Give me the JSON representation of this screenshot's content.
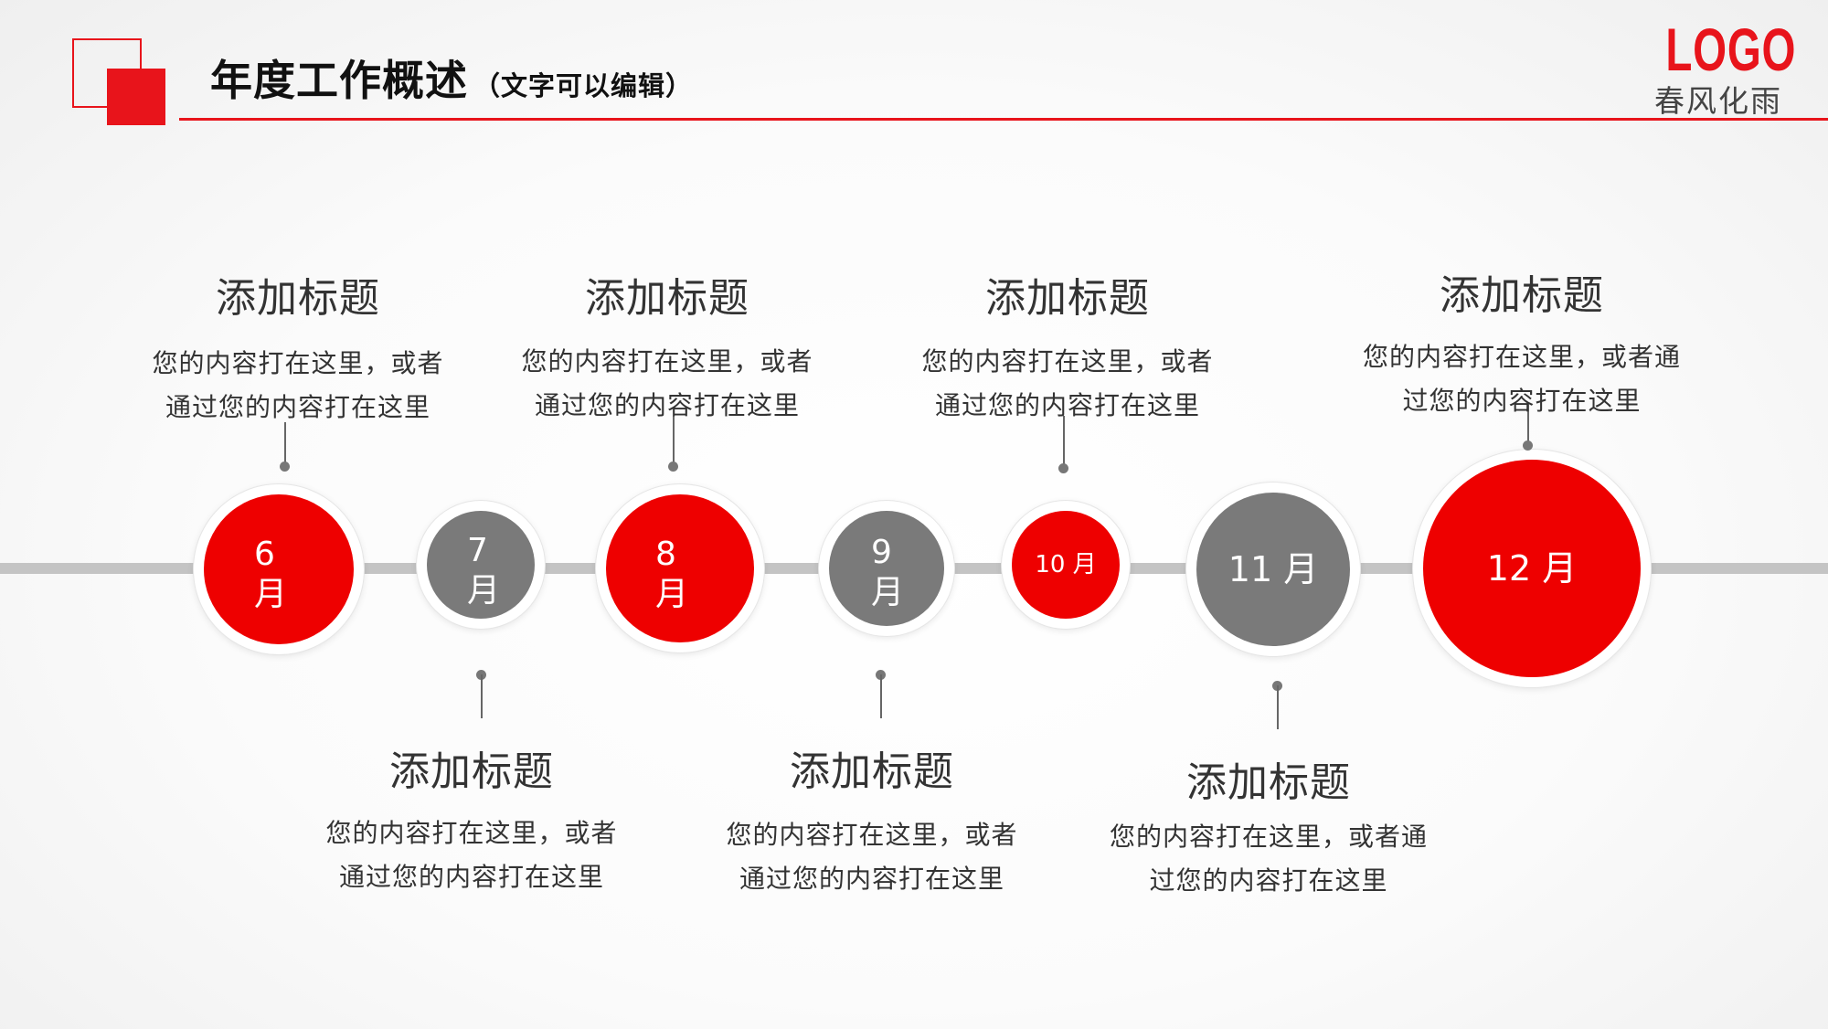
{
  "header": {
    "title": "年度工作概述",
    "subtitle": "（文字可以编辑）",
    "logo": "LOGO",
    "logo_sub": "春风化雨"
  },
  "colors": {
    "accent": "#e8141b",
    "gray": "#7a7a7a",
    "track": "#c4c4c4"
  },
  "months": [
    {
      "label": "6\n月",
      "color": "red"
    },
    {
      "label": "7\n月",
      "color": "gray"
    },
    {
      "label": "8\n月",
      "color": "red"
    },
    {
      "label": "9\n月",
      "color": "gray"
    },
    {
      "label": "10 月",
      "color": "red"
    },
    {
      "label": "11 月",
      "color": "gray"
    },
    {
      "label": "12 月",
      "color": "red"
    }
  ],
  "items": [
    {
      "title": "添加标题",
      "line1": "您的内容打在这里，或者",
      "line2": "通过您的内容打在这里"
    },
    {
      "title": "添加标题",
      "line1": "您的内容打在这里，或者",
      "line2": "通过您的内容打在这里"
    },
    {
      "title": "添加标题",
      "line1": "您的内容打在这里，或者",
      "line2": "通过您的内容打在这里"
    },
    {
      "title": "添加标题",
      "line1": "您的内容打在这里，或者",
      "line2": "通过您的内容打在这里"
    },
    {
      "title": "添加标题",
      "line1": "您的内容打在这里，或者",
      "line2": "通过您的内容打在这里"
    },
    {
      "title": "添加标题",
      "line1": "您的内容打在这里，或者通",
      "line2": "过您的内容打在这里"
    },
    {
      "title": "添加标题",
      "line1": "您的内容打在这里，或者通",
      "line2": "过您的内容打在这里"
    }
  ]
}
